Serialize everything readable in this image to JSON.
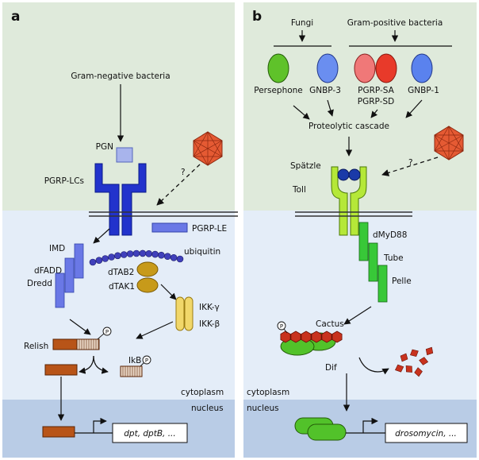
{
  "panel_a": {
    "letter": "a",
    "pathogen": "Gram-negative bacteria",
    "pgn": "PGN",
    "receptor": "PGRP-LCs",
    "receptor_le": "PGRP-LE",
    "question_mark": "?",
    "imd": "IMD",
    "dfadd": "dFADD",
    "dredd": "Dredd",
    "ubiquitin": "ubiquitin",
    "dtab2": "dTAB2",
    "dtak1": "dTAK1",
    "ikk_gamma": "IKK-γ",
    "ikk_beta": "IKK-β",
    "relish": "Relish",
    "ikb": "IkB",
    "phospho": "P",
    "cytoplasm": "cytoplasm",
    "nucleus": "nucleus",
    "target_genes": "dpt, dptB, ..."
  },
  "panel_b": {
    "letter": "b",
    "fungi": "Fungi",
    "gram_positive": "Gram-positive bacteria",
    "persephone": "Persephone",
    "gnbp3": "GNBP-3",
    "pgrp_sa": "PGRP-SA",
    "pgrp_sd": "PGRP-SD",
    "gnbp1": "GNBP-1",
    "cascade": "Proteolytic cascade",
    "spatzle": "Spätzle",
    "toll": "Toll",
    "question_mark": "?",
    "dmyd88": "dMyD88",
    "tube": "Tube",
    "pelle": "Pelle",
    "cactus": "Cactus",
    "dif": "Dif",
    "phospho": "P",
    "cytoplasm": "cytoplasm",
    "nucleus": "nucleus",
    "target_genes": "drosomycin, ..."
  },
  "colors": {
    "extracellular": "#dfeadb",
    "cytoplasm": "#e4edf8",
    "nucleus": "#b9cce6",
    "pgrp_lc": "#2233cc",
    "pgn": "#a8b4ec",
    "virus": "#e55a33",
    "imd_bars": "#6a78e6",
    "ubiquitin": "#4040bb",
    "dtak": "#c79a1a",
    "ikk": "#f1d76a",
    "relish": "#b85418",
    "toll": "#b5e838",
    "dmyd88": "#38c838",
    "dif": "#52c22a",
    "cactus": "#c8321e",
    "persephone": "#5fc22a",
    "gnbp3": "#6a8ef0",
    "pgrp_sa": "#f07878",
    "pgrp_sd": "#e83a2a",
    "gnbp1": "#5a82ee",
    "spatzle": "#1a3aa8"
  }
}
